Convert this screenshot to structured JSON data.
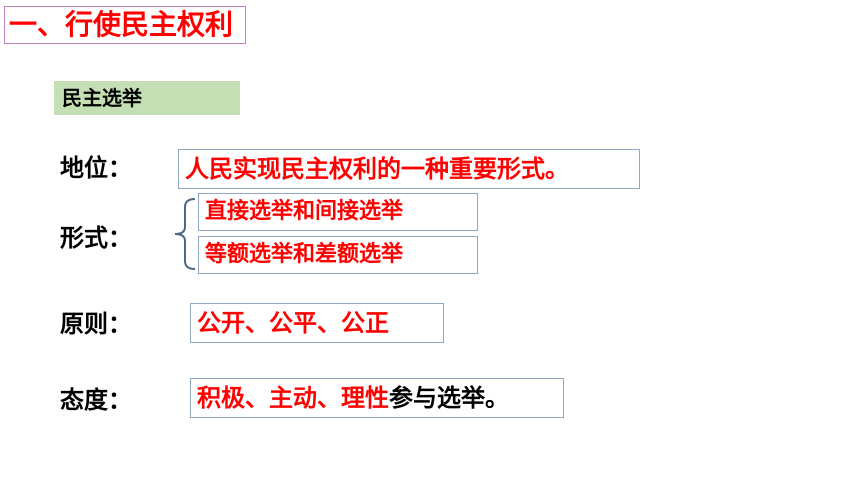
{
  "title": "一、行使民主权利",
  "section_label": "民主选举",
  "rows": {
    "status": {
      "label": "地位：",
      "value": "人民实现民主权利的一种重要形式。"
    },
    "forms": {
      "label": "形式：",
      "values": [
        "直接选举和间接选举",
        "等额选举和差额选举"
      ]
    },
    "principle": {
      "label": "原则：",
      "value": "公开、公平、公正"
    },
    "attitude": {
      "label": "态度：",
      "value_red": "积极、主动、理性",
      "value_black": "参与选举。"
    }
  },
  "colors": {
    "title_text": "#ff0000",
    "title_border": "#c080c0",
    "section_bg": "#c5dfb4",
    "highlight_text": "#ff0000",
    "box_border": "#8fa6c4"
  }
}
